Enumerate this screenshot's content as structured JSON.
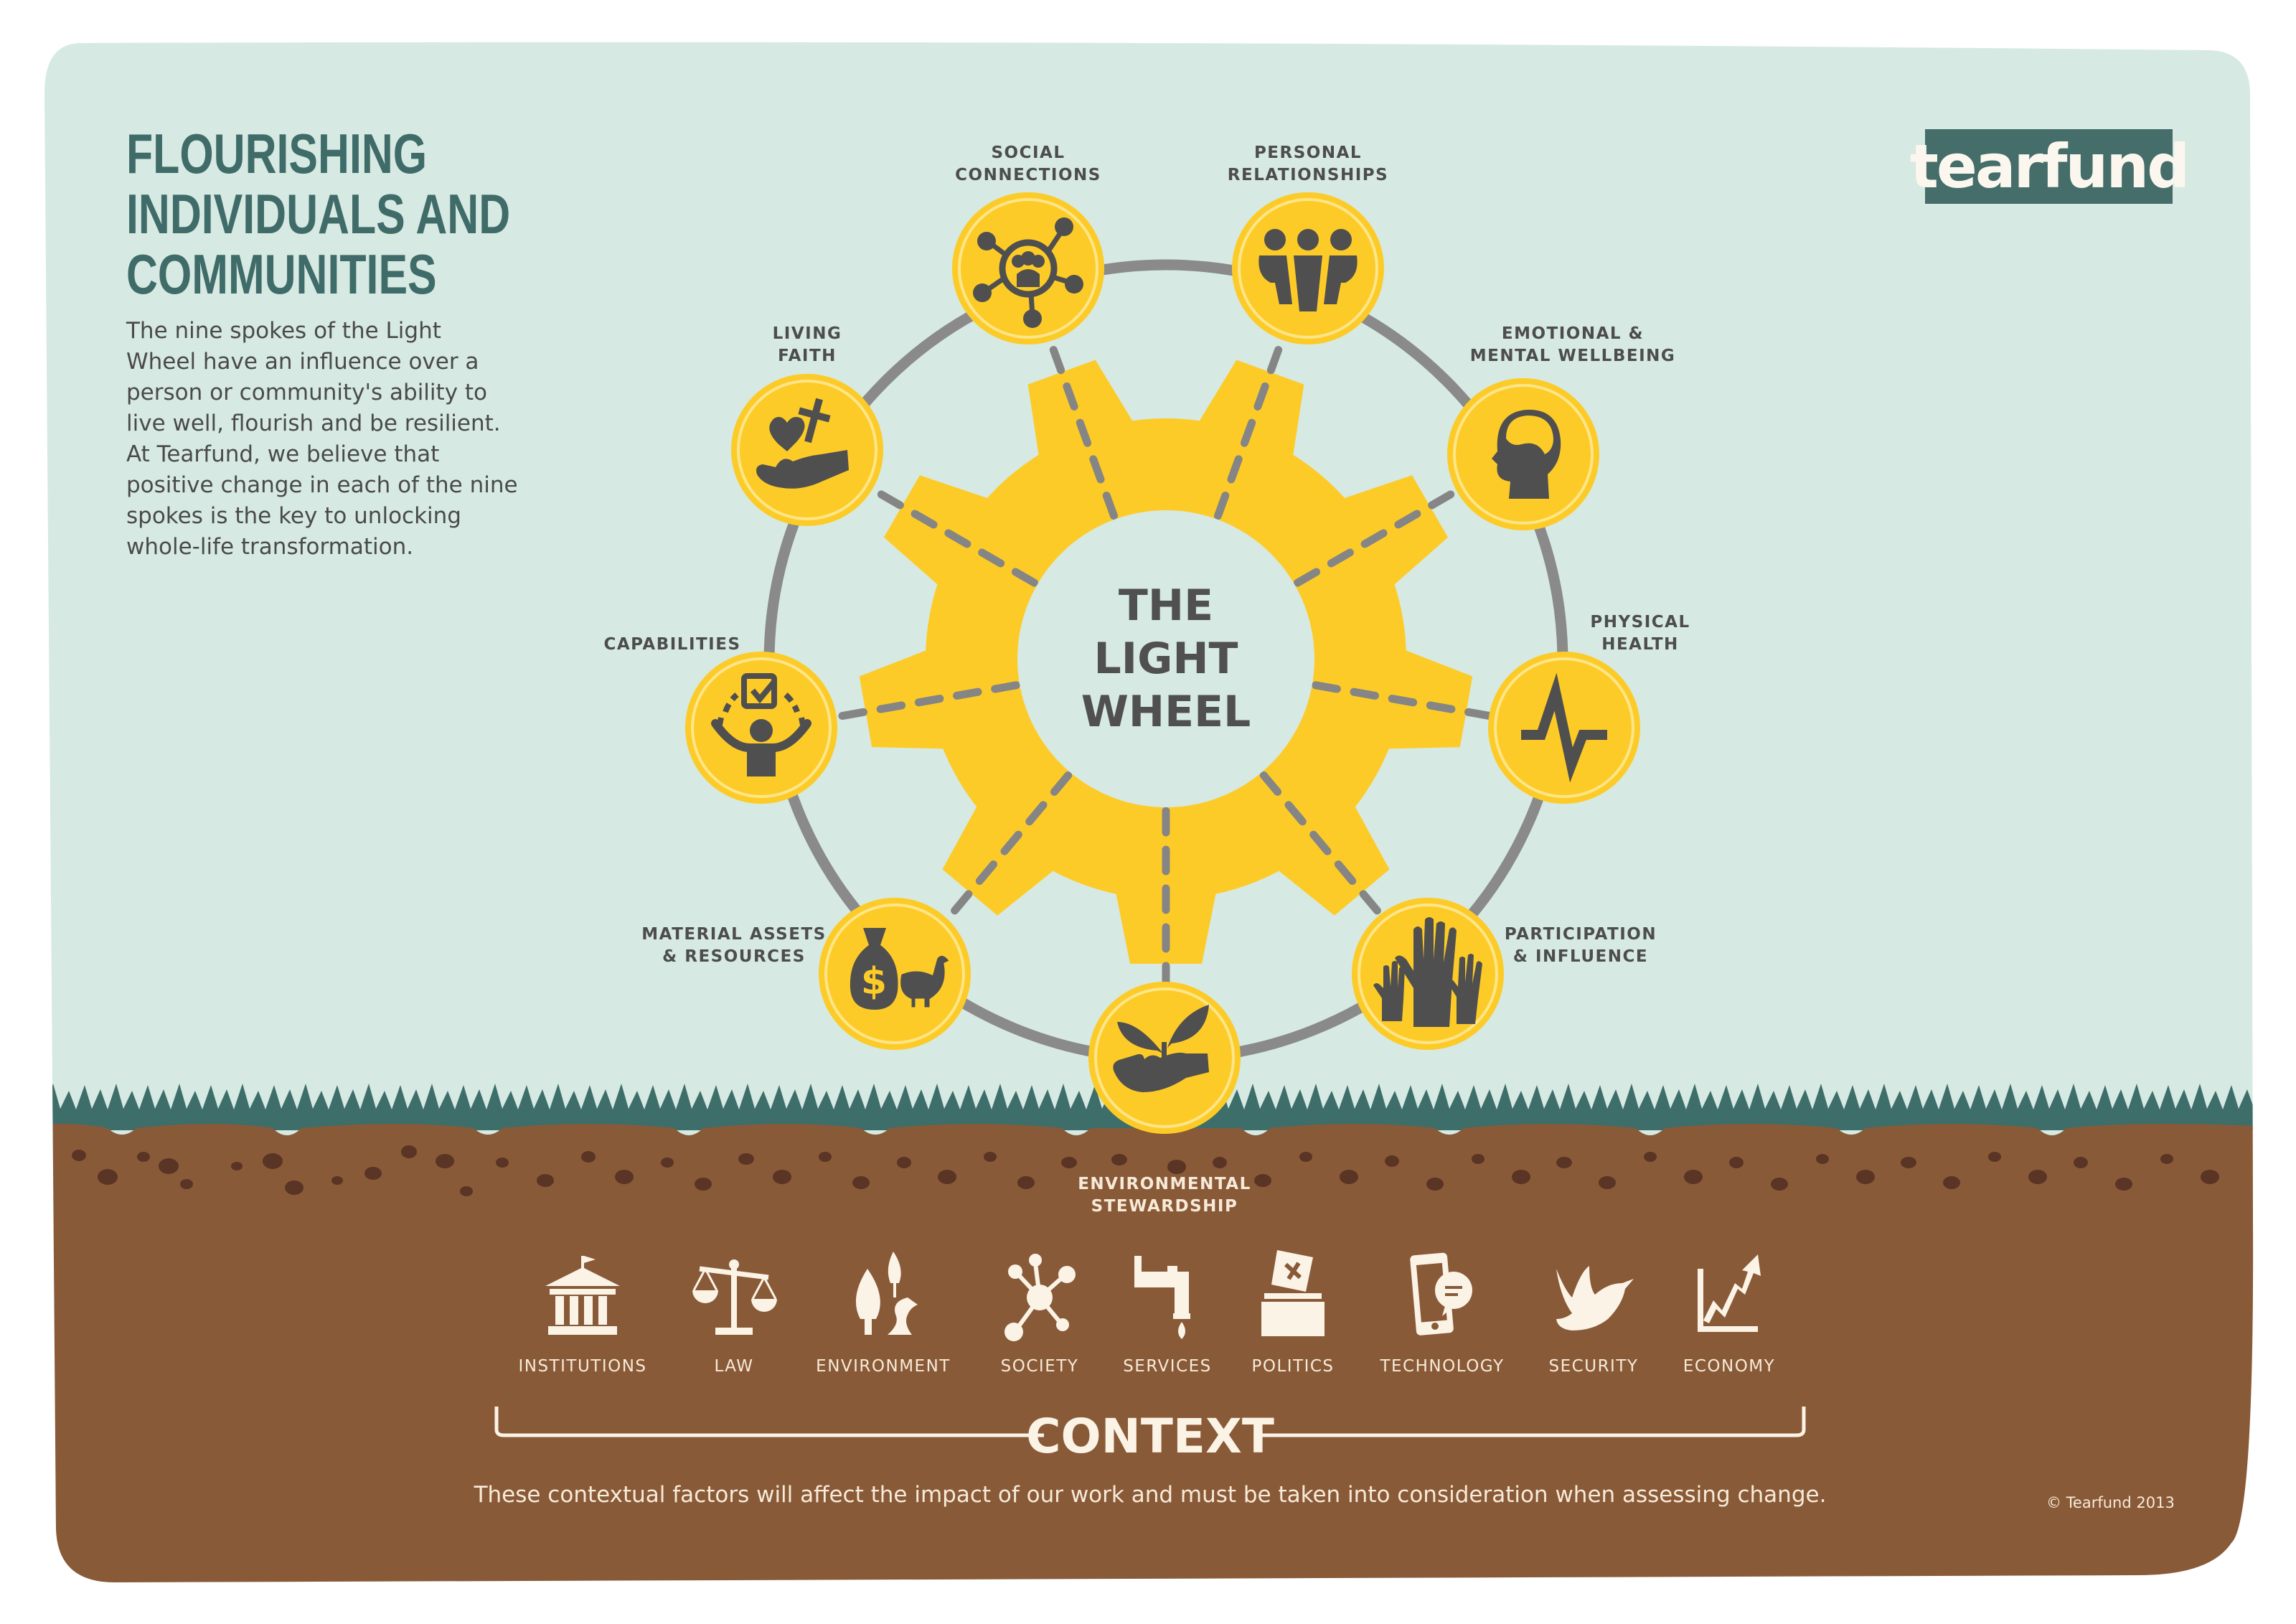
{
  "header": {
    "title_lines": [
      "FLOURISHING",
      "INDIVIDUALS AND",
      "COMMUNITIES"
    ],
    "intro_lines": [
      "The nine spokes of the Light",
      "Wheel have an influence over a",
      "person or community's ability to",
      "live well, flourish and be resilient.",
      "At Tearfund, we believe that",
      "positive change in each of the nine",
      "spokes is the key to unlocking",
      "whole-life transformation."
    ]
  },
  "logo": {
    "text": "tearfund"
  },
  "wheel": {
    "center_lines": [
      "THE",
      "LIGHT",
      "WHEEL"
    ],
    "spokes": [
      {
        "id": "social-connections",
        "lines": [
          "SOCIAL",
          "CONNECTIONS"
        ],
        "icon": "social-network-icon"
      },
      {
        "id": "personal-relationships",
        "lines": [
          "PERSONAL",
          "RELATIONSHIPS"
        ],
        "icon": "people-group-icon"
      },
      {
        "id": "emotional-mental-wellbeing",
        "lines": [
          "EMOTIONAL &",
          "MENTAL WELLBEING"
        ],
        "icon": "head-brain-icon"
      },
      {
        "id": "physical-health",
        "lines": [
          "PHYSICAL",
          "HEALTH"
        ],
        "icon": "heartbeat-pulse-icon"
      },
      {
        "id": "participation-influence",
        "lines": [
          "PARTICIPATION",
          "& INFLUENCE"
        ],
        "icon": "raised-hands-icon"
      },
      {
        "id": "environmental-stewardship",
        "lines": [
          "ENVIRONMENTAL",
          "STEWARDSHIP"
        ],
        "icon": "hand-sprout-icon"
      },
      {
        "id": "material-assets-resources",
        "lines": [
          "MATERIAL ASSETS",
          "& RESOURCES"
        ],
        "icon": "money-bag-chicken-icon"
      },
      {
        "id": "capabilities",
        "lines": [
          "CAPABILITIES"
        ],
        "icon": "person-checkbox-icon"
      },
      {
        "id": "living-faith",
        "lines": [
          "LIVING",
          "FAITH"
        ],
        "icon": "hand-heart-cross-icon"
      }
    ]
  },
  "context": {
    "title": "CONTEXT",
    "description": "These contextual factors will affect the impact of our work and must be taken into consideration when assessing change.",
    "factors": [
      {
        "label": "INSTITUTIONS",
        "icon": "building-columns-icon"
      },
      {
        "label": "LAW",
        "icon": "scales-icon"
      },
      {
        "label": "ENVIRONMENT",
        "icon": "trees-river-icon"
      },
      {
        "label": "SOCIETY",
        "icon": "network-nodes-icon"
      },
      {
        "label": "SERVICES",
        "icon": "water-tap-icon"
      },
      {
        "label": "POLITICS",
        "icon": "ballot-box-icon"
      },
      {
        "label": "TECHNOLOGY",
        "icon": "mobile-phone-chat-icon"
      },
      {
        "label": "SECURITY",
        "icon": "dove-icon"
      },
      {
        "label": "ECONOMY",
        "icon": "rising-chart-icon"
      }
    ]
  },
  "footer": {
    "copyright": "© Tearfund 2013"
  },
  "colors": {
    "sky": "#d6e9e2",
    "title_teal": "#3f6b68",
    "logo_bg": "#456d69",
    "gear_yellow": "#fdcb27",
    "ring_gray": "#8a8a8a",
    "icon_dark": "#4f4f4f",
    "grass": "#3d6e6a",
    "soil": "#895a38",
    "soil_spots": "#5a3424",
    "cream_text": "#f7ead8"
  }
}
